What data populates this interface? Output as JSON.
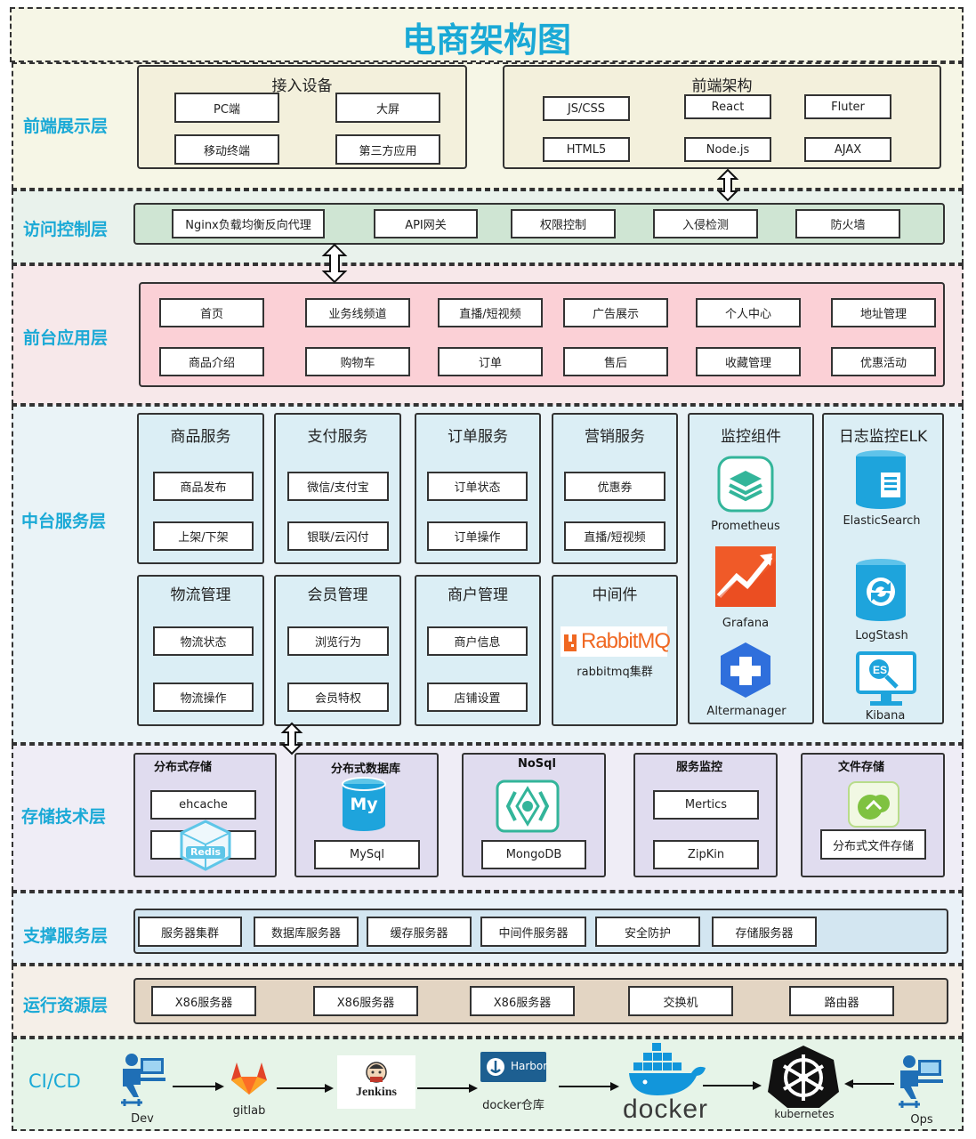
{
  "title": "电商架构图",
  "layers": {
    "frontend": "前端展示层",
    "access": "访问控制层",
    "front_app": "前台应用层",
    "middle": "中台服务层",
    "storage": "存储技术层",
    "support": "支撑服务层",
    "runtime": "运行资源层",
    "cicd": "CI/CD"
  },
  "frontend": {
    "devices_title": "接入设备",
    "devices": [
      "PC端",
      "大屏",
      "移动终端",
      "第三方应用"
    ],
    "arch_title": "前端架构",
    "arch": [
      "JS/CSS",
      "React",
      "Fluter",
      "HTML5",
      "Node.js",
      "AJAX"
    ]
  },
  "access": {
    "items": [
      "Nginx负载均衡反向代理",
      "API网关",
      "权限控制",
      "入侵检测",
      "防火墙"
    ]
  },
  "front_app": {
    "items": [
      "首页",
      "业务线频道",
      "直播/短视频",
      "广告展示",
      "个人中心",
      "地址管理",
      "商品介绍",
      "购物车",
      "订单",
      "售后",
      "收藏管理",
      "优惠活动"
    ]
  },
  "middle": {
    "services": [
      {
        "title": "商品服务",
        "items": [
          "商品发布",
          "上架/下架"
        ]
      },
      {
        "title": "支付服务",
        "items": [
          "微信/支付宝",
          "银联/云闪付"
        ]
      },
      {
        "title": "订单服务",
        "items": [
          "订单状态",
          "订单操作"
        ]
      },
      {
        "title": "营销服务",
        "items": [
          "优惠券",
          "直播/短视频"
        ]
      },
      {
        "title": "物流管理",
        "items": [
          "物流状态",
          "物流操作"
        ]
      },
      {
        "title": "会员管理",
        "items": [
          "浏览行为",
          "会员特权"
        ]
      },
      {
        "title": "商户管理",
        "items": [
          "商户信息",
          "店铺设置"
        ]
      }
    ],
    "middleware": {
      "title": "中间件",
      "logo": "RabbitMQ",
      "caption": "rabbitmq集群"
    },
    "monitor": {
      "title": "监控组件",
      "items": [
        "Prometheus",
        "Grafana",
        "Altermanager"
      ]
    },
    "elk": {
      "title": "日志监控ELK",
      "items": [
        "ElasticSearch",
        "LogStash",
        "Kibana"
      ]
    }
  },
  "storage": {
    "dist_storage": {
      "title": "分布式存储",
      "items": [
        "ehcache"
      ],
      "logo": "Redis"
    },
    "dist_db": {
      "title": "分布式数据库",
      "logo": "My",
      "items": [
        "MySql"
      ]
    },
    "nosql": {
      "title": "NoSql",
      "items": [
        "MongoDB"
      ]
    },
    "monitor": {
      "title": "服务监控",
      "items": [
        "Mertics",
        "ZipKin"
      ]
    },
    "file": {
      "title": "文件存储",
      "items": [
        "分布式文件存储"
      ]
    }
  },
  "support": {
    "items": [
      "服务器集群",
      "数据库服务器",
      "缓存服务器",
      "中间件服务器",
      "安全防护",
      "存储服务器"
    ]
  },
  "runtime": {
    "items": [
      "X86服务器",
      "X86服务器",
      "X86服务器",
      "交换机",
      "路由器"
    ]
  },
  "cicd": {
    "dev": "Dev",
    "gitlab": "gitlab",
    "jenkins": "Jenkins",
    "harbor_logo": "Harbor",
    "harbor": "docker仓库",
    "docker": "docker",
    "k8s": "kubernetes",
    "ops": "Ops"
  },
  "colors": {
    "label": "#1aa9d6",
    "title": "#1aa9d6",
    "frontend_bg": "#f6f6e6",
    "access_bg": "#e9f2ec",
    "front_app_bg": "#f7e8ea",
    "middle_bg": "#eaf3f7",
    "storage_bg": "#efedf6",
    "support_bg": "#eaf2f8",
    "runtime_bg": "#f5efe8",
    "cicd_bg": "#e6f4e8"
  }
}
